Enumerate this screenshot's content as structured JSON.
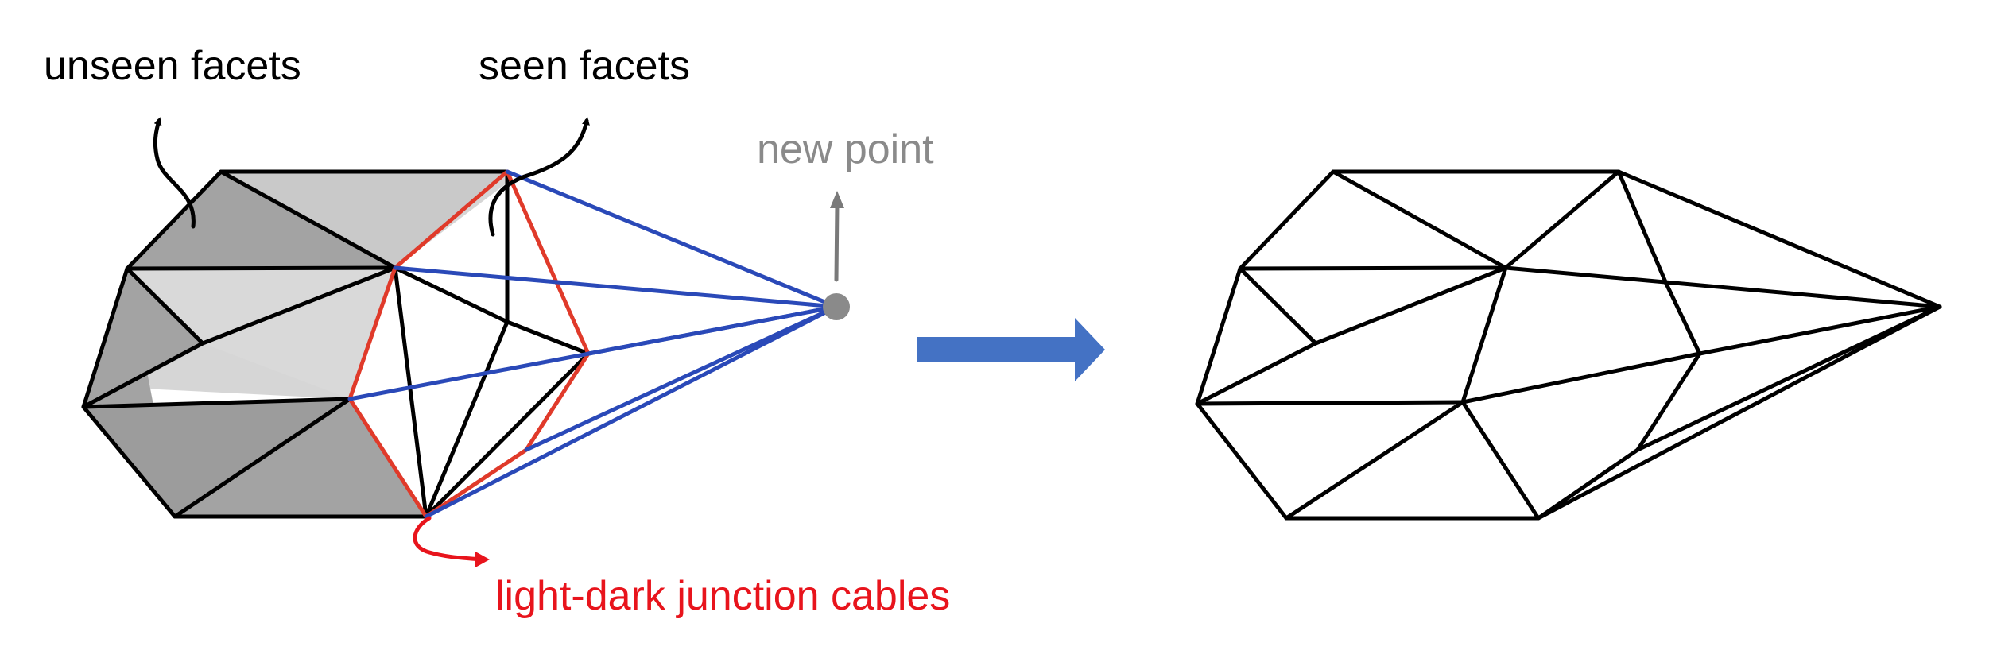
{
  "labels": {
    "unseen_facets": "unseen facets",
    "seen_facets": "seen facets",
    "new_point": "new point",
    "junction_cables": "light-dark junction cables"
  },
  "colors": {
    "edge": "#000000",
    "horizon": "#e03a2a",
    "new_edges": "#2a49b8",
    "new_point": "#8a8a8a",
    "transition_arrow": "#4472c4",
    "unseen_fill_light": "#d6d6d6",
    "unseen_fill_dark": "#a3a3a3"
  },
  "icons": {
    "transition": "right-arrow-icon",
    "unseen_pointer": "curved-arrow-icon",
    "seen_pointer": "curved-arrow-icon",
    "new_point_pointer": "up-arrow-icon",
    "junction_pointer": "curved-arrow-icon"
  }
}
